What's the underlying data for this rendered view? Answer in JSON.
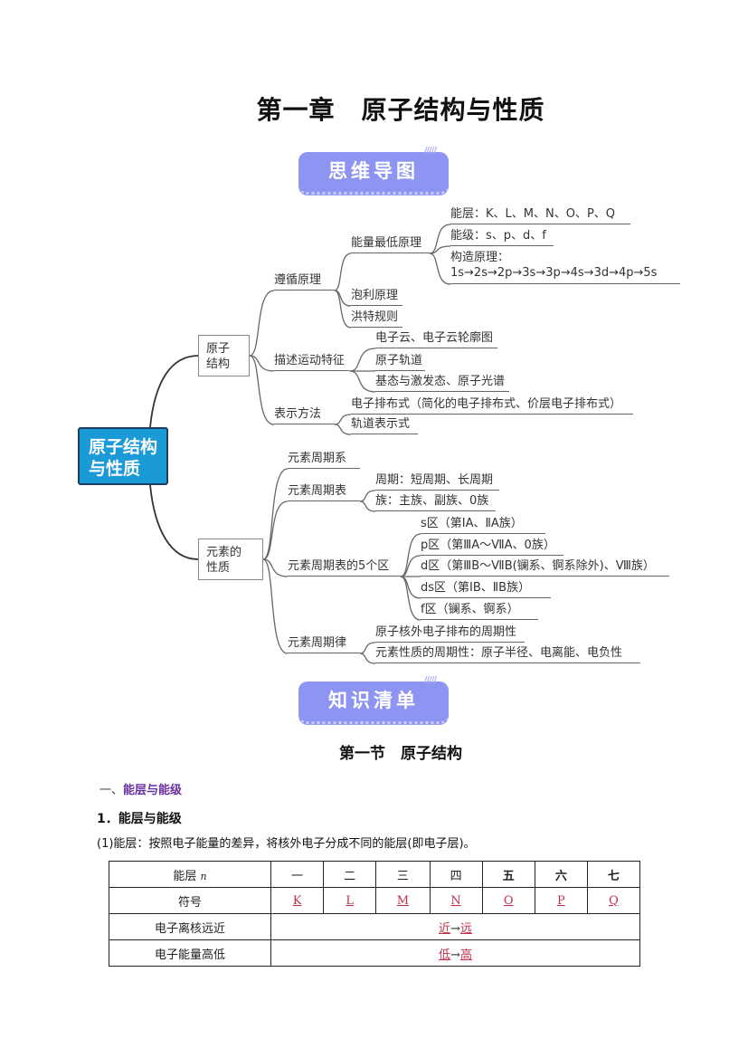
{
  "title": "第一章　原子结构与性质",
  "banner_mindmap": "思维导图",
  "banner_knowledge": "知识清单",
  "mindmap": {
    "root": "原子结构与性质",
    "structure": {
      "label": "原子结构",
      "follow": {
        "label": "遵循原理",
        "lowest_energy": {
          "label": "能量最低原理",
          "shells": "能层：K、L、M、N、O、P、Q",
          "levels": "能级：s、p、d、f",
          "aufbau_title": "构造原理：",
          "aufbau_seq": "1s→2s→2p→3s→3p→4s→3d→4p→5s"
        },
        "pauli": "泡利原理",
        "hund": "洪特规则"
      },
      "motion": {
        "label": "描述运动特征",
        "items": [
          "电子云、电子云轮廓图",
          "原子轨道",
          "基态与激发态、原子光谱"
        ]
      },
      "notation": {
        "label": "表示方法",
        "items": [
          "电子排布式（简化的电子排布式、价层电子排布式）",
          "轨道表示式"
        ]
      }
    },
    "properties": {
      "label": "元素的性质",
      "system": "元素周期系",
      "table": {
        "label": "元素周期表",
        "items": [
          "周期：短周期、长周期",
          "族：主族、副族、0族"
        ]
      },
      "blocks": {
        "label": "元素周期表的5个区",
        "items": [
          "s区（第ⅠA、ⅡA族）",
          "p区（第ⅢA～ⅦA、0族）",
          "d区（第ⅢB～ⅦB(镧系、锕系除外)、Ⅷ族）",
          "ds区（第ⅠB、ⅡB族）",
          "f区（镧系、锕系）"
        ]
      },
      "law": {
        "label": "元素周期律",
        "items": [
          "原子核外电子排布的周期性",
          "元素性质的周期性：原子半径、电离能、电负性"
        ]
      }
    }
  },
  "section_title": "第一节　原子结构",
  "heading1_prefix": "一、",
  "heading1": "能层与能级",
  "heading2": "1．能层与能级",
  "paragraph1": "(1)能层：按照电子能量的差异，将核外电子分成不同的能层(即电子层)。",
  "table": {
    "row1_label": "能层",
    "row1_var": "n",
    "row1": [
      "一",
      "二",
      "三",
      "四",
      "五",
      "六",
      "七"
    ],
    "row2_label": "符号",
    "row2": [
      "K",
      "L",
      "M",
      "N",
      "O",
      "P",
      "Q"
    ],
    "row3_label": "电子离核远近",
    "row3_from": "近",
    "row3_to": "远",
    "row4_label": "电子能量高低",
    "row4_from": "低",
    "row4_to": "高",
    "arrow": "→"
  },
  "colors": {
    "banner": "#8d94f2",
    "root": "#1a9ad6",
    "heading": "#6a2fa0",
    "answer": "#c0304a"
  }
}
